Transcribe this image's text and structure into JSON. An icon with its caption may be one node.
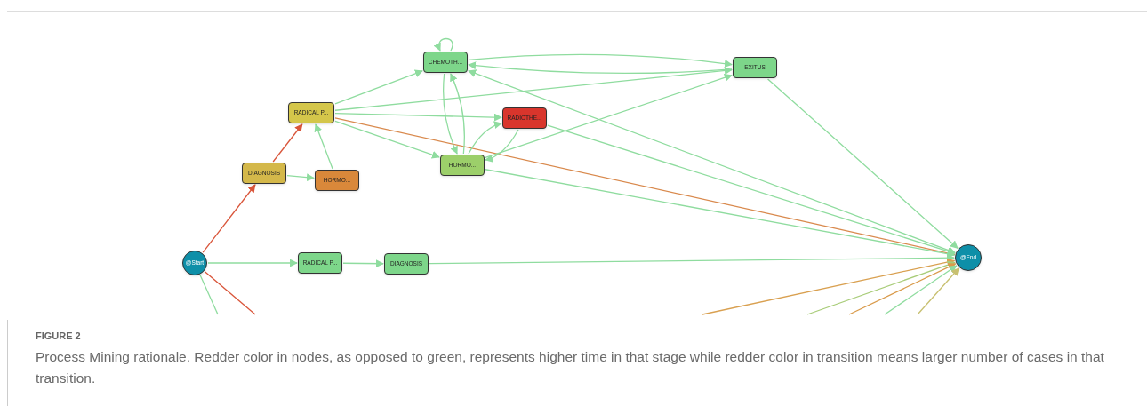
{
  "diagram": {
    "title": "FIGURE 2",
    "caption": "Process Mining rationale. Redder color in nodes, as opposed to green, represents higher time in that stage while redder color in transition means larger number of cases in that transition.",
    "nodes": [
      {
        "text": [
          "@Start"
        ]
      },
      {
        "text": [
          "DIAGNOSIS"
        ]
      },
      {
        "text": [
          "HORMO..."
        ]
      },
      {
        "text": [
          "RADICAL P..."
        ]
      },
      {
        "text": [
          "CHEMOTH..."
        ]
      },
      {
        "text": [
          "RADIOTHE..."
        ]
      },
      {
        "text": [
          "HORMO..."
        ]
      },
      {
        "text": [
          "EXITUS"
        ]
      },
      {
        "text": [
          "RADICAL P..."
        ]
      },
      {
        "text": [
          "DIAGNOSIS"
        ]
      },
      {
        "text": [
          "@End"
        ]
      }
    ],
    "edges": [
      {
        "from": 0,
        "to": 1,
        "arrow": "to",
        "color": "#d9553a"
      },
      {
        "from": 1,
        "to": 3,
        "arrow": "to",
        "color": "#d9553a"
      },
      {
        "from": 1,
        "to": 2,
        "arrow": "to"
      },
      {
        "from": 2,
        "to": 3,
        "arrow": "to"
      },
      {
        "from": 3,
        "to": 4,
        "arrow": "to"
      },
      {
        "from": 3,
        "to": 7,
        "arrow": "to"
      },
      {
        "from": 3,
        "to": 5,
        "arrow": "to"
      },
      {
        "from": 3,
        "to": 6,
        "arrow": "to"
      },
      {
        "from": 3,
        "to": 10,
        "arrow": "to",
        "color": "#d98a4e"
      },
      {
        "from": 4,
        "to": 4,
        "arrow": "to"
      },
      {
        "from": 4,
        "to": 7,
        "arrow": "to"
      },
      {
        "from": 7,
        "to": 4,
        "arrow": "to"
      },
      {
        "from": 4,
        "to": 6,
        "arrow": "to"
      },
      {
        "from": 6,
        "to": 4,
        "arrow": "to"
      },
      {
        "from": 6,
        "to": 5,
        "arrow": "to"
      },
      {
        "from": 5,
        "to": 6,
        "arrow": "to"
      },
      {
        "from": 6,
        "to": 7,
        "arrow": "to"
      },
      {
        "from": 4,
        "to": 10,
        "arrow": "both"
      },
      {
        "from": 5,
        "to": 10,
        "arrow": "to"
      },
      {
        "from": 6,
        "to": 10,
        "arrow": "to"
      },
      {
        "from": 7,
        "to": 10,
        "arrow": "to"
      },
      {
        "from": 0,
        "to": 8,
        "arrow": "to"
      },
      {
        "from": 8,
        "to": 9,
        "arrow": "to"
      },
      {
        "from": 9,
        "to": 10,
        "arrow": "to"
      },
      {
        "from": 0,
        "to": null,
        "arrow": "none"
      },
      {
        "from": 0,
        "to": null,
        "arrow": "none",
        "color": "#d9553a"
      },
      {
        "from": null,
        "to": 10,
        "arrow": "to",
        "color": "#d9a050"
      },
      {
        "from": null,
        "to": 10,
        "arrow": "to",
        "color": "#a8cc78"
      },
      {
        "from": null,
        "to": 10,
        "arrow": "to",
        "color": "#d99a4a"
      },
      {
        "from": null,
        "to": 10,
        "arrow": "to"
      },
      {
        "from": null,
        "to": 10,
        "arrow": "to",
        "color": "#c8c070"
      }
    ]
  }
}
